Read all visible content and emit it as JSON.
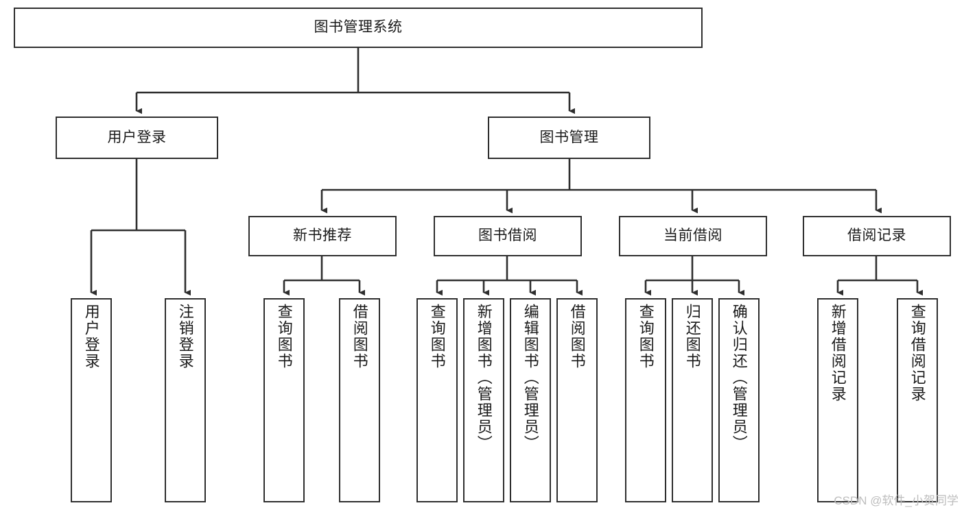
{
  "diagram": {
    "type": "hierarchy-tree",
    "title": "图书管理系统",
    "root": {
      "id": "root",
      "label": "图书管理系统",
      "orientation": "horizontal"
    },
    "level2": [
      {
        "id": "user-login",
        "label": "用户登录",
        "orientation": "horizontal"
      },
      {
        "id": "book-management",
        "label": "图书管理",
        "orientation": "horizontal"
      }
    ],
    "level3": [
      {
        "id": "new-book-recommend",
        "label": "新书推荐",
        "orientation": "horizontal",
        "parent": "book-management"
      },
      {
        "id": "book-borrow",
        "label": "图书借阅",
        "orientation": "horizontal",
        "parent": "book-management"
      },
      {
        "id": "current-borrow",
        "label": "当前借阅",
        "orientation": "horizontal",
        "parent": "book-management"
      },
      {
        "id": "borrow-record",
        "label": "借阅记录",
        "orientation": "horizontal",
        "parent": "book-management"
      }
    ],
    "leaves": [
      {
        "id": "leaf-user-login",
        "label": "用户登录",
        "orientation": "vertical",
        "parent": "user-login"
      },
      {
        "id": "leaf-logout-login",
        "label": "注销登录",
        "orientation": "vertical",
        "parent": "user-login"
      },
      {
        "id": "leaf-query-book-1",
        "label": "查询图书",
        "orientation": "vertical",
        "parent": "new-book-recommend"
      },
      {
        "id": "leaf-borrow-book-1",
        "label": "借阅图书",
        "orientation": "vertical",
        "parent": "new-book-recommend"
      },
      {
        "id": "leaf-query-book-2",
        "label": "查询图书",
        "orientation": "vertical",
        "parent": "book-borrow"
      },
      {
        "id": "leaf-add-book",
        "label": "新增图书（管理员）",
        "orientation": "vertical",
        "parent": "book-borrow"
      },
      {
        "id": "leaf-edit-book",
        "label": "编辑图书（管理员）",
        "orientation": "vertical",
        "parent": "book-borrow"
      },
      {
        "id": "leaf-borrow-book-2",
        "label": "借阅图书",
        "orientation": "vertical",
        "parent": "book-borrow"
      },
      {
        "id": "leaf-query-book-3",
        "label": "查询图书",
        "orientation": "vertical",
        "parent": "current-borrow"
      },
      {
        "id": "leaf-return-book",
        "label": "归还图书",
        "orientation": "vertical",
        "parent": "current-borrow"
      },
      {
        "id": "leaf-confirm-return",
        "label": "确认归还（管理员）",
        "orientation": "vertical",
        "parent": "current-borrow"
      },
      {
        "id": "leaf-add-record",
        "label": "新增借阅记录",
        "orientation": "vertical",
        "parent": "borrow-record"
      },
      {
        "id": "leaf-query-record",
        "label": "查询借阅记录",
        "orientation": "vertical",
        "parent": "borrow-record"
      }
    ],
    "style": {
      "border_color": "#2e2e2e",
      "text_color": "#1a1a1a",
      "background": "#ffffff",
      "connector_color": "#2e2e2e",
      "watermark_color": "#bdbdbd"
    }
  },
  "watermark": {
    "text": "CSDN @软件_小贺同学"
  }
}
